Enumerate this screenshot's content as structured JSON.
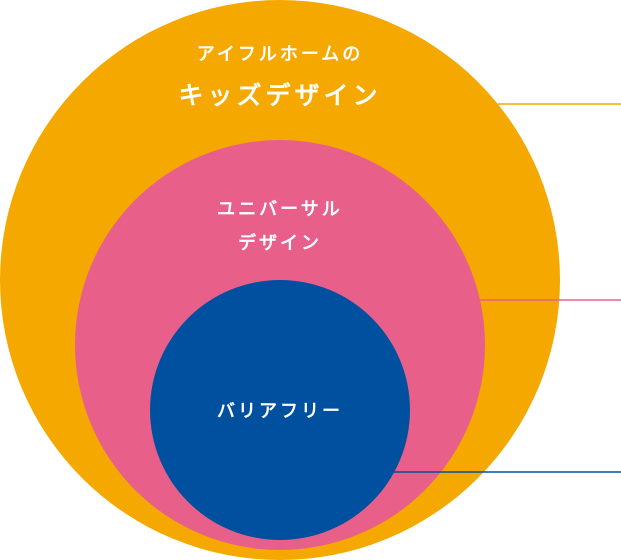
{
  "diagram": {
    "rings": [
      {
        "id": "outer",
        "lines": [
          "アイフルホームの",
          "キッズデザイン"
        ],
        "color": "#F5A800"
      },
      {
        "id": "middle",
        "lines": [
          "ユニバーサル",
          "デザイン"
        ],
        "color": "#E8608A"
      },
      {
        "id": "inner",
        "lines": [
          "バリアフリー"
        ],
        "color": "#0050A0"
      }
    ]
  }
}
